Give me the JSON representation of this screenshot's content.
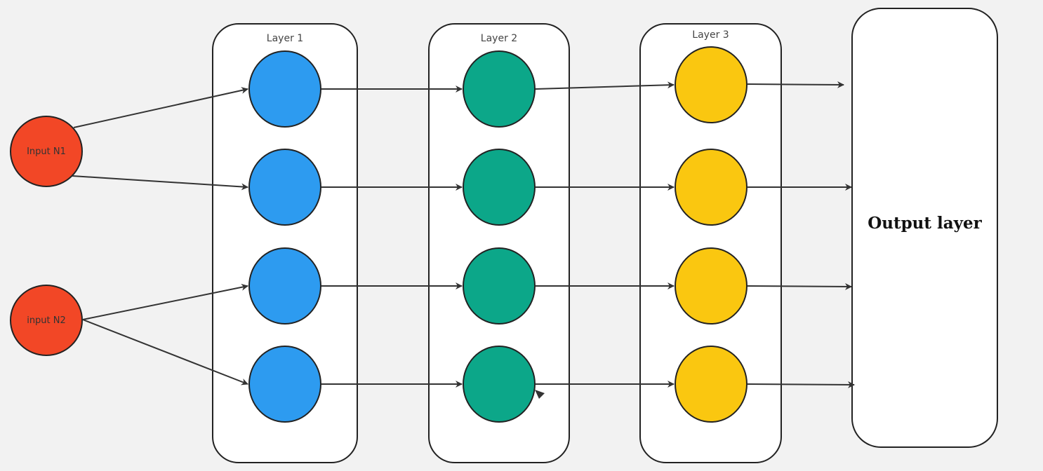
{
  "colors": {
    "background": "#f2f2f2",
    "input_node": "#f24726",
    "layer1_node": "#2d9bf0",
    "layer2_node": "#0ca789",
    "layer3_node": "#fac710",
    "edge": "#333333"
  },
  "inputs": [
    {
      "label": "Input N1"
    },
    {
      "label": "input N2"
    }
  ],
  "layers": [
    {
      "title": "Layer 1",
      "node_count": 4
    },
    {
      "title": "Layer 2",
      "node_count": 4
    },
    {
      "title": "Layer 3",
      "node_count": 4
    }
  ],
  "output": {
    "label": "Output layer"
  }
}
